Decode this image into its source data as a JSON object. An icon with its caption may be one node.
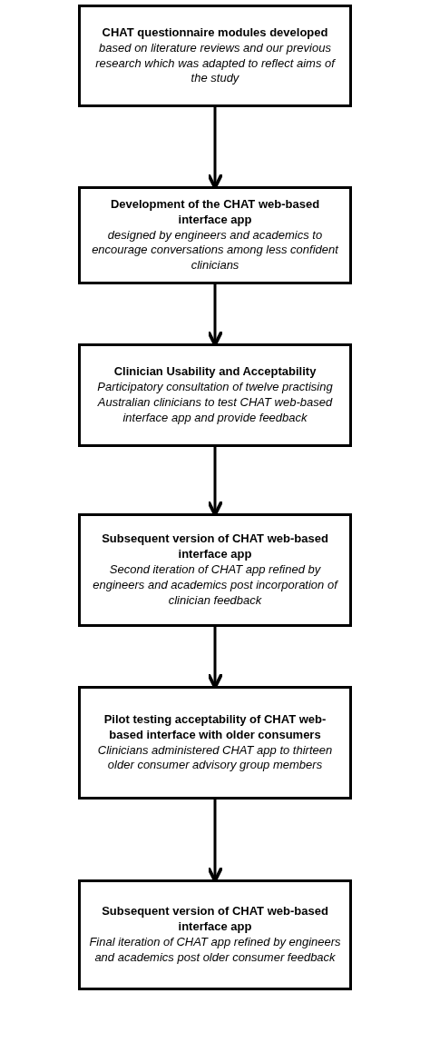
{
  "diagram": {
    "nodes": [
      {
        "text": [
          "CHAT questionnaire modules developed",
          "based on literature reviews and our previous research which was adapted to reflect aims of the study"
        ]
      },
      {
        "text": [
          "Development of the CHAT web-based interface app",
          "designed by engineers and academics to encourage conversations among less confident clinicians"
        ]
      },
      {
        "text": [
          "Clinician Usability and Acceptability",
          "Participatory consultation of twelve practising Australian clinicians to test CHAT web-based interface app and provide feedback"
        ]
      },
      {
        "text": [
          "Subsequent version of CHAT web-based interface app",
          "Second iteration of CHAT app refined by engineers and academics post incorporation of clinician feedback"
        ]
      },
      {
        "text": [
          "Pilot testing acceptability of CHAT web-based interface with older consumers",
          "Clinicians administered CHAT app to thirteen older consumer advisory group members"
        ]
      },
      {
        "text": [
          "Subsequent version of CHAT web-based interface app",
          "Final iteration of CHAT app refined by engineers and academics post older consumer feedback"
        ]
      }
    ],
    "edges": [
      {
        "from": 0,
        "to": 1,
        "arrow": "to"
      },
      {
        "from": 1,
        "to": 2,
        "arrow": "to"
      },
      {
        "from": 2,
        "to": 3,
        "arrow": "to"
      },
      {
        "from": 3,
        "to": 4,
        "arrow": "to"
      },
      {
        "from": 4,
        "to": 5,
        "arrow": "to"
      }
    ]
  }
}
